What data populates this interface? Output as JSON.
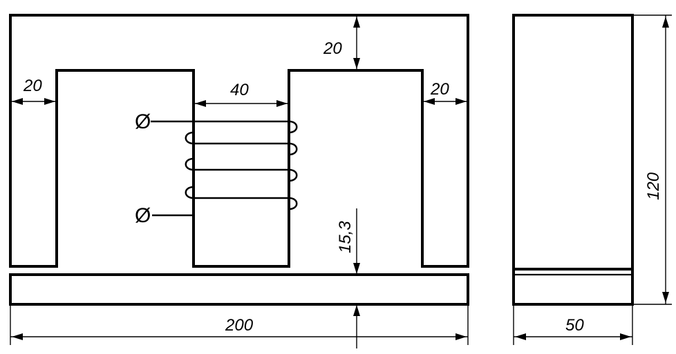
{
  "front_view": {
    "dimensions": {
      "top_yoke": "20",
      "left_leg": "20",
      "window_width": "40",
      "right_leg": "20",
      "base_height": "15,3",
      "overall_width": "200"
    },
    "terminals": {
      "upper": "Ø",
      "lower": "Ø"
    }
  },
  "side_view": {
    "dimensions": {
      "height": "120",
      "depth": "50"
    }
  }
}
